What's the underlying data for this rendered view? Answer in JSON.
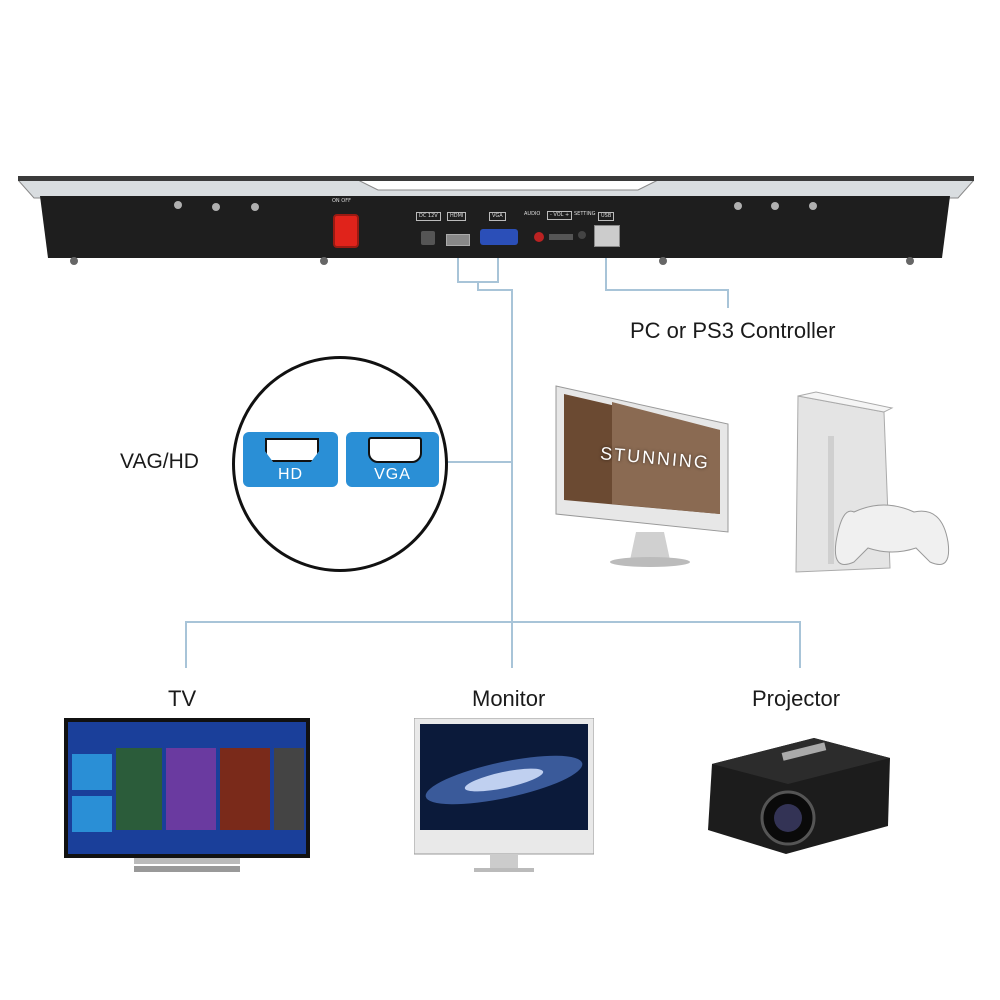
{
  "panel": {
    "switch_label": "ON OFF",
    "ports": {
      "dc": "DC 12V",
      "hdmi": "HDMI",
      "vga": "VGA",
      "audio": "AUDIO",
      "vol": "- VOL +",
      "setting": "SETTING",
      "usb": "USB"
    }
  },
  "labels": {
    "controller": "PC or PS3 Controller",
    "vag_hd": "VAG/HD",
    "hd_badge": "HD",
    "vga_badge": "VGA",
    "tv": "TV",
    "monitor": "Monitor",
    "projector": "Projector"
  },
  "screen_text": {
    "stunning": "STUNNING"
  },
  "colors": {
    "connector_line": "#a8c4d8",
    "badge_blue": "#2a8fd6",
    "panel_dark": "#1e1e1e",
    "switch_red": "#e0231b"
  }
}
